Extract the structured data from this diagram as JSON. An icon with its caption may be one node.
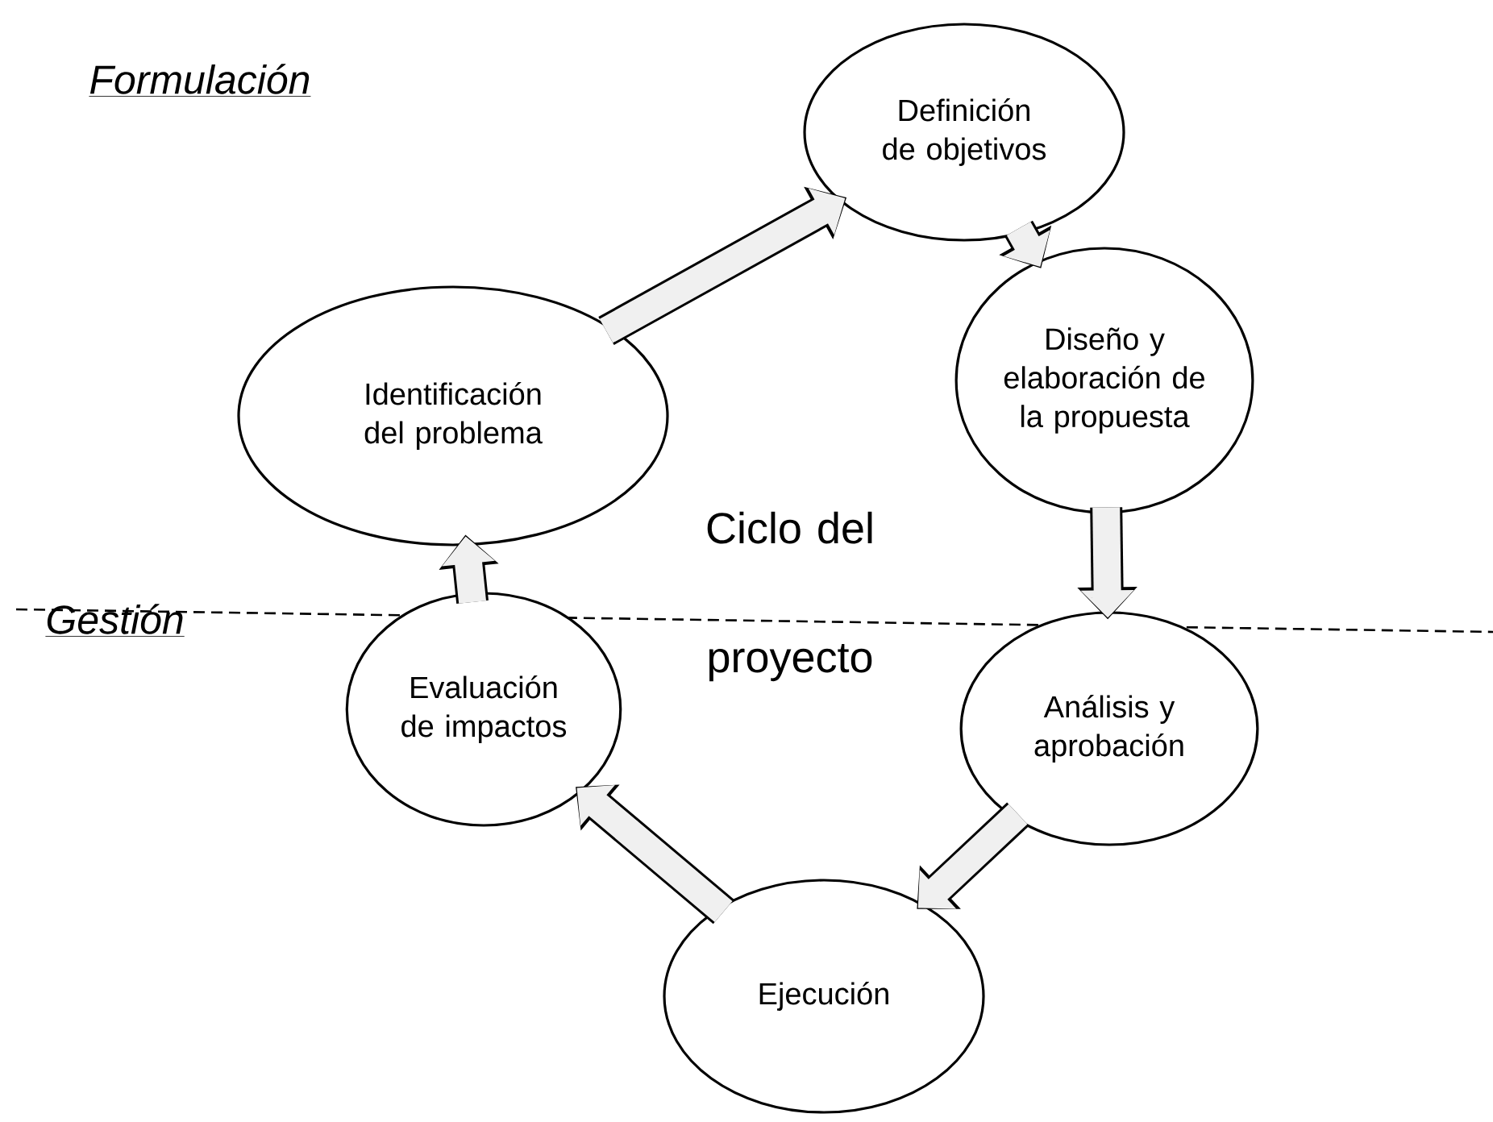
{
  "diagram": {
    "nodes": [
      {
        "text": [
          "Identificación del problema"
        ]
      },
      {
        "text": [
          "Definición de objetivos"
        ]
      },
      {
        "text": [
          "Diseño y elaboración de la propuesta"
        ]
      },
      {
        "text": [
          "Análisis y aprobación"
        ]
      },
      {
        "text": [
          "Ejecución"
        ]
      },
      {
        "text": [
          "Evaluación de impactos"
        ]
      }
    ],
    "edges": [
      {
        "from": 0,
        "to": 1,
        "arrow": "to"
      },
      {
        "from": 1,
        "to": 2,
        "arrow": "to"
      },
      {
        "from": 2,
        "to": 3,
        "arrow": "to"
      },
      {
        "from": 3,
        "to": 4,
        "arrow": "to"
      },
      {
        "from": 4,
        "to": 5,
        "arrow": "to"
      },
      {
        "from": 5,
        "to": 0,
        "arrow": "to"
      }
    ],
    "labels": [
      "Formulación",
      "Gestión",
      "Ciclo del proyecto"
    ]
  }
}
